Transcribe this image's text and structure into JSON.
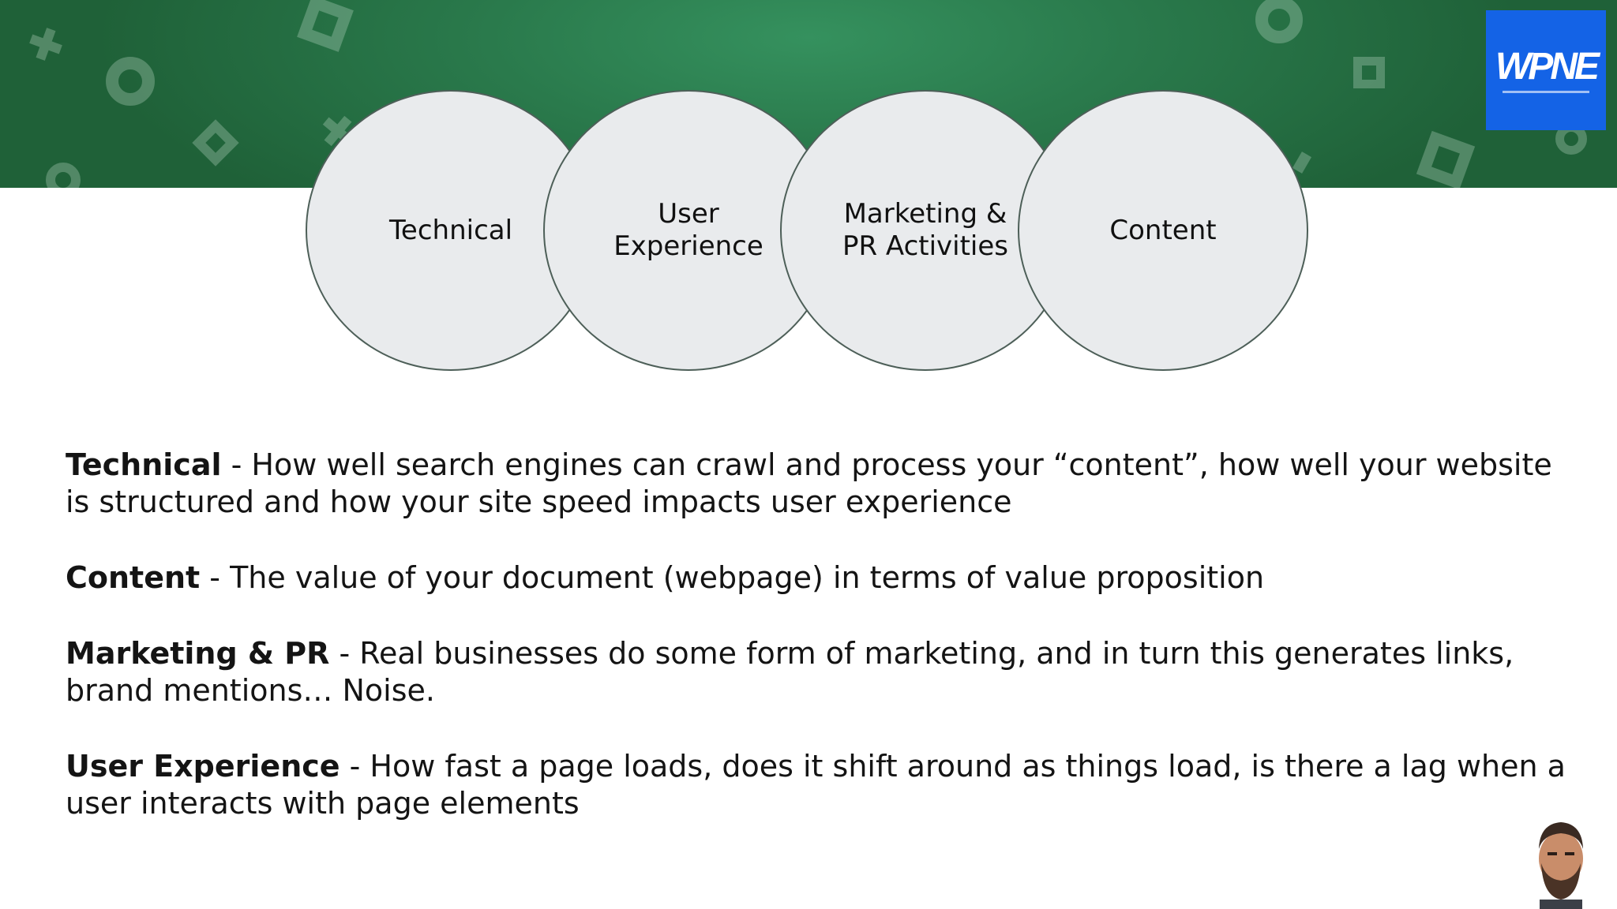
{
  "diagram": {
    "circles": [
      {
        "label": "Technical"
      },
      {
        "label": "User\nExperience"
      },
      {
        "label": "Marketing &\nPR Activities"
      },
      {
        "label": "Content"
      }
    ]
  },
  "definitions": [
    {
      "term": "Technical",
      "text": " - How well search engines can crawl and process your “content”, how well your website is structured and how your site speed impacts user experience"
    },
    {
      "term": "Content",
      "text": " - The value of your document (webpage) in terms of value proposition"
    },
    {
      "term": "Marketing & PR",
      "text": " - Real businesses do some form of marketing, and in turn this generates links, brand mentions… Noise."
    },
    {
      "term": "User Experience",
      "text": " - How fast a page loads, does it shift around as things load, is there a lag when a user interacts with page elements"
    }
  ],
  "logo": {
    "text": "WPNE"
  },
  "colors": {
    "banner": "#2a7a4c",
    "logo_bg": "#1463e6",
    "circle_fill": "#e9ebed",
    "circle_stroke": "#4d5f58"
  }
}
